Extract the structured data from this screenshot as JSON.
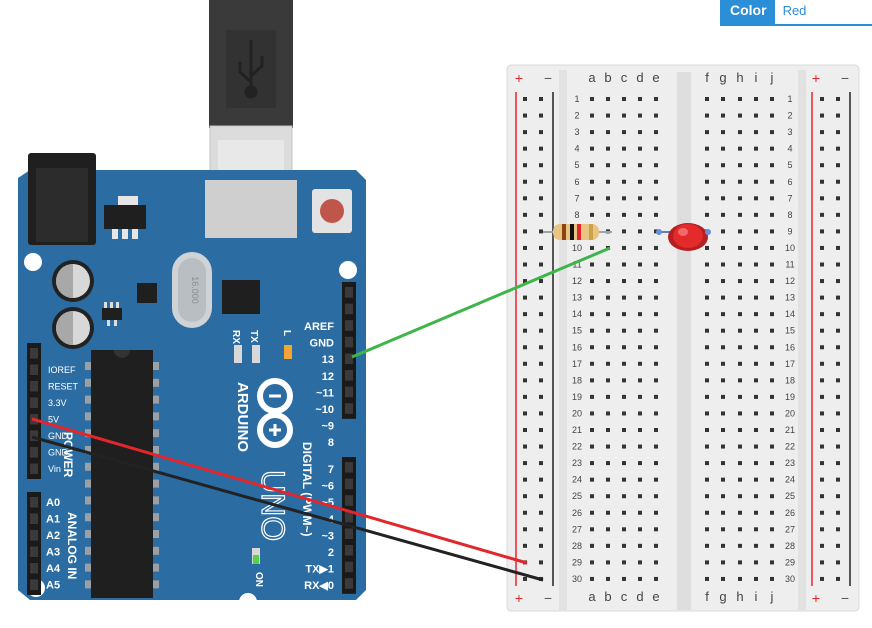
{
  "property_panel": {
    "label": "Color",
    "value": "Red"
  },
  "arduino": {
    "brand": "ARDUINO",
    "model": "UNO",
    "power_title": "POWER",
    "analog_title": "ANALOG IN",
    "digital_title": "DIGITAL (PWM~)",
    "crystal_text": "16.000",
    "on_label": "ON",
    "led_labels": [
      "RX",
      "TX",
      "L"
    ],
    "power_pins": [
      "IOREF",
      "RESET",
      "3.3V",
      "5V",
      "GND",
      "GND",
      "Vin"
    ],
    "analog_pins": [
      "A0",
      "A1",
      "A2",
      "A3",
      "A4",
      "A5"
    ],
    "digital_pins_top": [
      "AREF",
      "GND",
      "13",
      "12",
      "~11",
      "~10",
      "~9",
      "8"
    ],
    "digital_pins_bottom": [
      "7",
      "~6",
      "~5",
      "4",
      "~3",
      "2",
      "TX▶1",
      "RX◀0"
    ]
  },
  "breadboard": {
    "cols_left": [
      "a",
      "b",
      "c",
      "d",
      "e"
    ],
    "cols_right": [
      "f",
      "g",
      "h",
      "i",
      "j"
    ],
    "rows": [
      "1",
      "2",
      "3",
      "4",
      "5",
      "6",
      "7",
      "8",
      "9",
      "10",
      "11",
      "12",
      "13",
      "14",
      "15",
      "16",
      "17",
      "18",
      "19",
      "20",
      "21",
      "22",
      "23",
      "24",
      "25",
      "26",
      "27",
      "28",
      "29",
      "30"
    ],
    "rail_plus": "+",
    "rail_minus": "−"
  },
  "components": {
    "led_color": "Red"
  },
  "colors": {
    "board": "#2b6ca3",
    "breadboard": "#f0f0f0",
    "wire_green": "#3db54a",
    "wire_red": "#e3262b",
    "wire_black": "#222222",
    "led": "#e32b2b",
    "accent": "#2a8fd6"
  }
}
